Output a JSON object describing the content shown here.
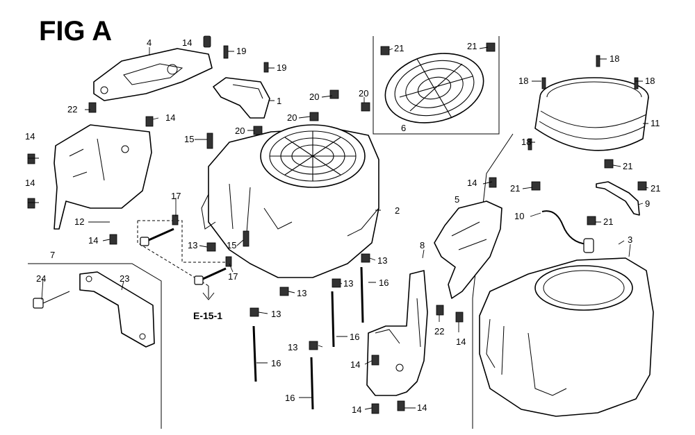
{
  "figure": {
    "title": "FIG A"
  },
  "reference": {
    "label": "E-15-1"
  },
  "callouts": {
    "p1": "1",
    "p2": "2",
    "p3": "3",
    "p4": "4",
    "p5": "5",
    "p6": "6",
    "p7": "7",
    "p8": "8",
    "p9": "9",
    "p10": "10",
    "p11": "11",
    "p12": "12",
    "p13": "13",
    "p14": "14",
    "p15": "15",
    "p16": "16",
    "p17": "17",
    "p18": "18",
    "p19": "19",
    "p20": "20",
    "p21": "21",
    "p22": "22",
    "p23": "23",
    "p24": "24"
  }
}
